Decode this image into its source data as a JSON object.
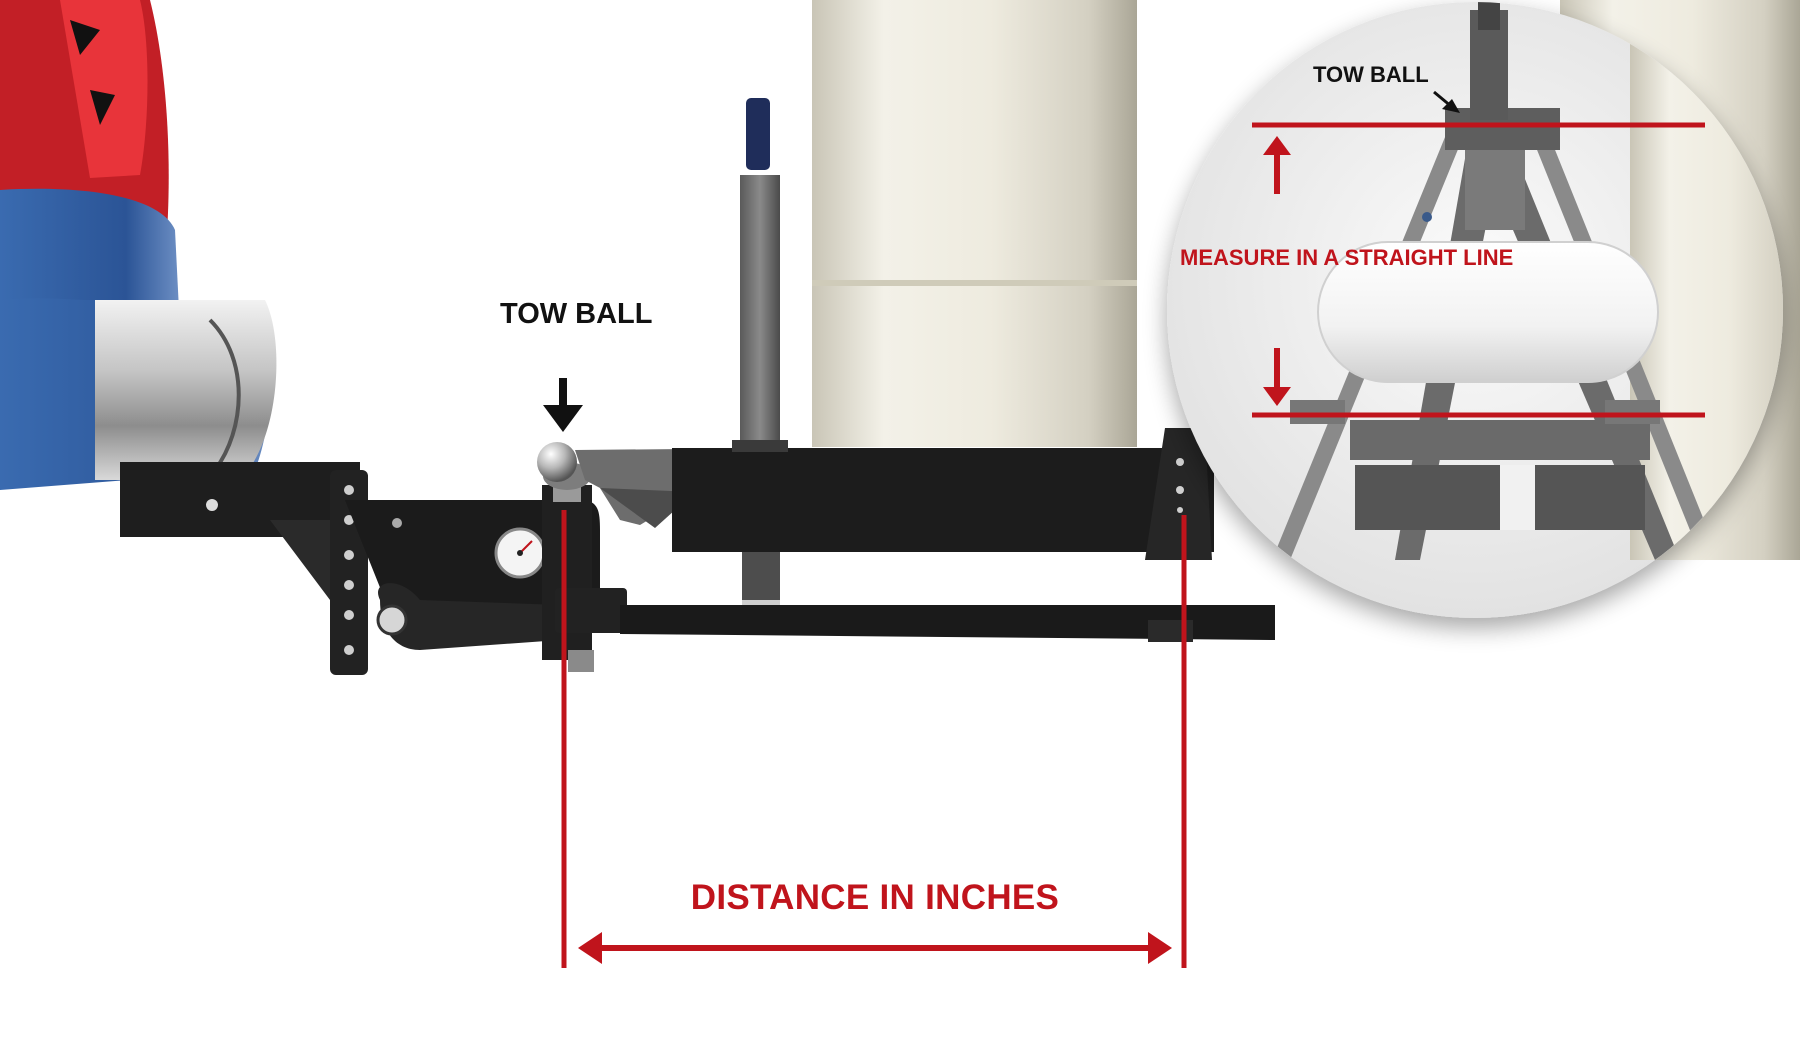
{
  "labels": {
    "tow_ball_main": "TOW BALL",
    "distance": "DISTANCE IN INCHES",
    "inset_tow_ball": "TOW BALL",
    "measure": "MEASURE IN A STRAIGHT LINE"
  },
  "colors": {
    "accent_red": "#c0141c",
    "hitch_black": "#202020",
    "arrow_black": "#111111",
    "tank_cream": "#ece9dc",
    "truck_blue": "#2f5c9e",
    "truck_red": "#d8262c"
  },
  "icons": [
    "tow-ball-icon",
    "pressure-gauge-icon",
    "double-arrow-icon",
    "down-arrow-icon"
  ]
}
